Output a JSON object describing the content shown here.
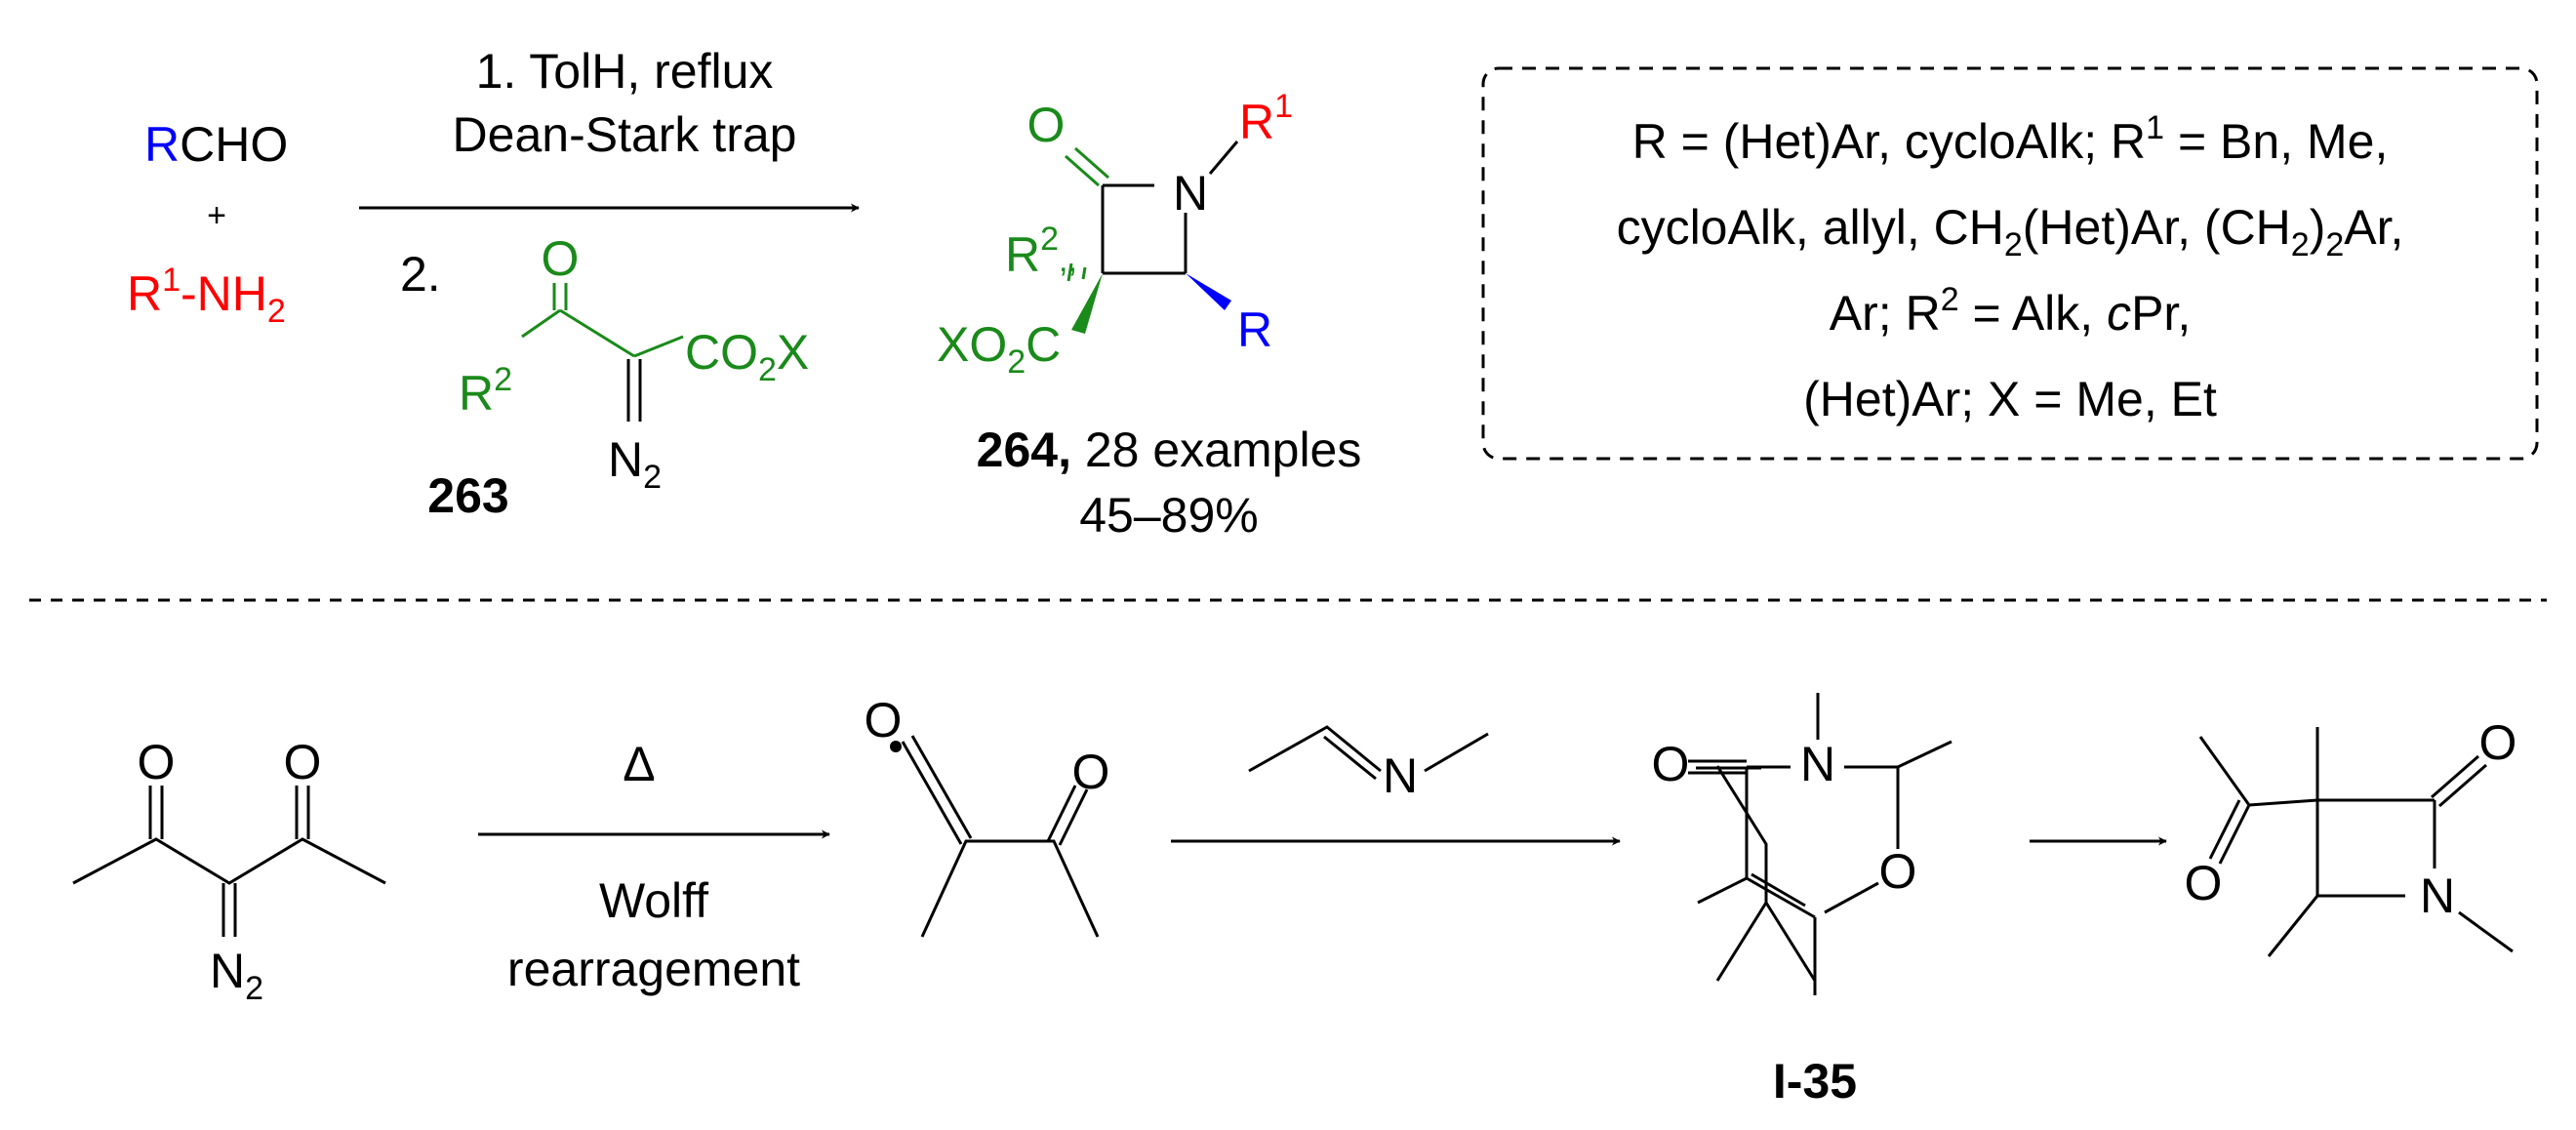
{
  "colors": {
    "black": "#000000",
    "red": "#ff0000",
    "blue": "#0000ff",
    "green": "#1a8a1a"
  },
  "top": {
    "reactant1": {
      "r": "R",
      "rest": "CHO"
    },
    "plus": "+",
    "reactant2": {
      "r1": "R",
      "r1_sup": "1",
      "amine": "-NH",
      "amine_sub": "2"
    },
    "conditions": {
      "step1_line1": "1. TolH, reflux",
      "step1_line2": "Dean-Stark trap",
      "step2": "2."
    },
    "diazo_reagent": {
      "o": "O",
      "r2": "R",
      "r2_sup": "2",
      "co2x_pre": "CO",
      "co2x_sub": "2",
      "co2x_post": "X",
      "n2": "N",
      "n2_sub": "2",
      "compound_number": "263"
    },
    "product": {
      "o": "O",
      "n": "N",
      "r1": "R",
      "r1_sup": "1",
      "r2": "R",
      "r2_sup": "2",
      "r2_post": ",,",
      "xo2c_pre": "XO",
      "xo2c_sub": "2",
      "xo2c_post": "C",
      "r": "R",
      "compound_number": "264,",
      "examples": " 28 examples",
      "yield": "45–89%"
    },
    "scope_box": {
      "line1_a": "R = (Het)Ar, cycloAlk; R",
      "line1_sup": "1",
      "line1_b": " = Bn, Me,",
      "line2_a": "cycloAlk, allyl, CH",
      "line2_sub1": "2",
      "line2_b": "(Het)Ar, (CH",
      "line2_sub2": "2",
      "line2_c": ")",
      "line2_sub3": "2",
      "line2_d": "Ar,",
      "line3_a": "Ar; R",
      "line3_sup": "2",
      "line3_b": " = Alk, ",
      "line3_italic": "c",
      "line3_c": "Pr,",
      "line4": "(Het)Ar; X = Me, Et"
    }
  },
  "mechanism": {
    "start": {
      "o1": "O",
      "o2": "O",
      "n2": "N",
      "n2_sub": "2"
    },
    "arrow1": {
      "above": "Δ",
      "below_line1": "Wolff",
      "below_line2": "rearragement"
    },
    "ketene": {
      "o1": "O",
      "o2": "O"
    },
    "imine": {
      "n": "N"
    },
    "intermediate": {
      "o_carbonyl": "O",
      "n": "N",
      "o_ring": "O",
      "label": "I-35"
    },
    "final": {
      "o_acetyl": "O",
      "o_lactam": "O",
      "n": "N"
    }
  }
}
